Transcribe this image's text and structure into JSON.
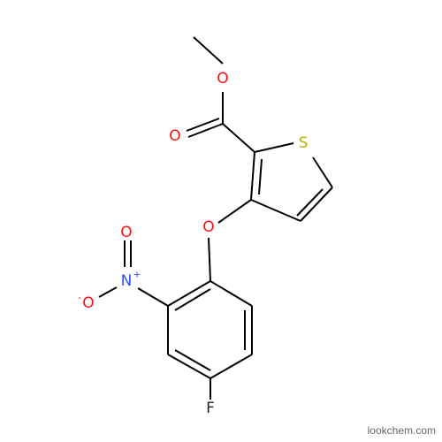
{
  "molecule": {
    "atoms": {
      "O_ether_carbonyl": "O",
      "O_carbonyl": "O",
      "S": "S",
      "O_bridge": "O",
      "N": "N",
      "O_nitro_top": "O",
      "O_nitro_bottom": "O",
      "F": "F"
    },
    "charges": {
      "N_plus": "+",
      "O_minus": "-"
    },
    "colors": {
      "bond": "#000000",
      "oxygen": "#ff0d0d",
      "sulfur": "#b2b200",
      "nitrogen": "#3050f8",
      "fluorine": "#222222"
    }
  },
  "watermark": "lookchem.com"
}
